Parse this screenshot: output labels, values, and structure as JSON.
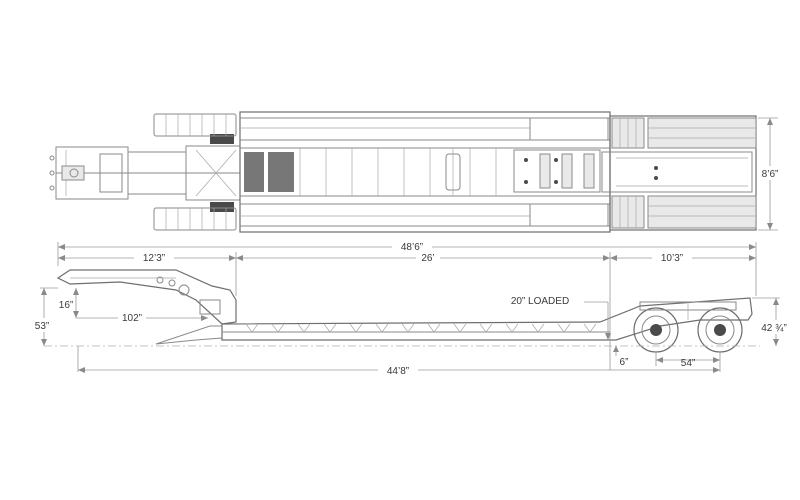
{
  "diagram": {
    "dimensions": {
      "overall_width": "8’6”",
      "overall_length": "48’6”",
      "gooseneck_length": "12’3”",
      "deck_length": "26’",
      "rear_section_length": "10’3”",
      "loaded_deck_height": "20” LOADED",
      "gooseneck_clearance": "16”",
      "gooseneck_swing": "102”",
      "fifth_wheel_height": "53”",
      "rear_deck_height": "42 ¾”",
      "ground_clearance": "6”",
      "axle_spread": "54”",
      "kingpin_to_axle": "44’8”"
    },
    "colors": {
      "line": "#8a8a8a",
      "text": "#3a3a3a",
      "background": "#ffffff"
    }
  }
}
